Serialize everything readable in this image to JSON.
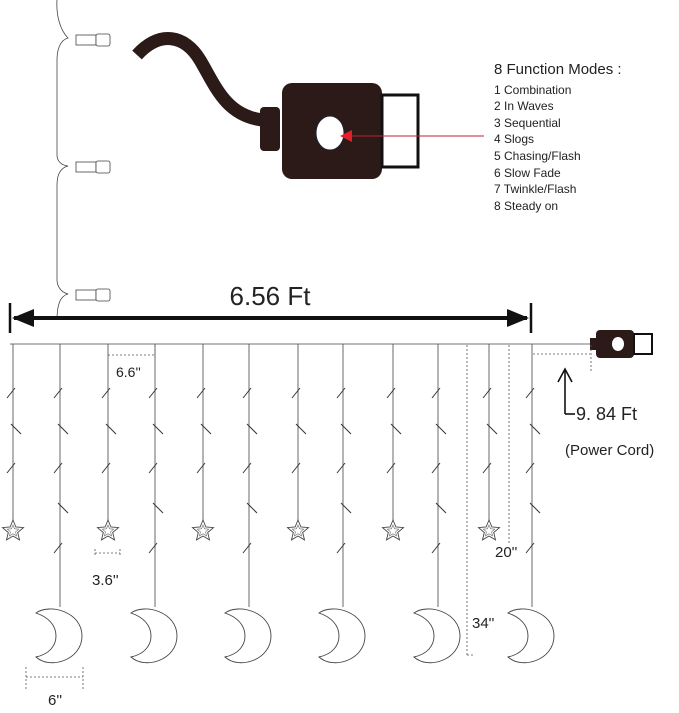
{
  "modes": {
    "title": "8 Function Modes :",
    "items": [
      "1 Combination",
      "2 In Waves",
      "3 Sequential",
      "4 Slogs",
      "5 Chasing/Flash",
      "6 Slow Fade",
      "7 Twinkle/Flash",
      "8 Steady on"
    ]
  },
  "dimensions": {
    "width": "6.56 Ft",
    "strand_spacing": "6.6''",
    "star_width": "3.6''",
    "moon_width": "6''",
    "short_drop": "20''",
    "long_drop": "34''",
    "power_cord": "9. 84  Ft",
    "power_cord_label": "(Power Cord)"
  },
  "colors": {
    "line": "#222222",
    "controller": "#2b1a17",
    "arrow": "#e0202a"
  }
}
